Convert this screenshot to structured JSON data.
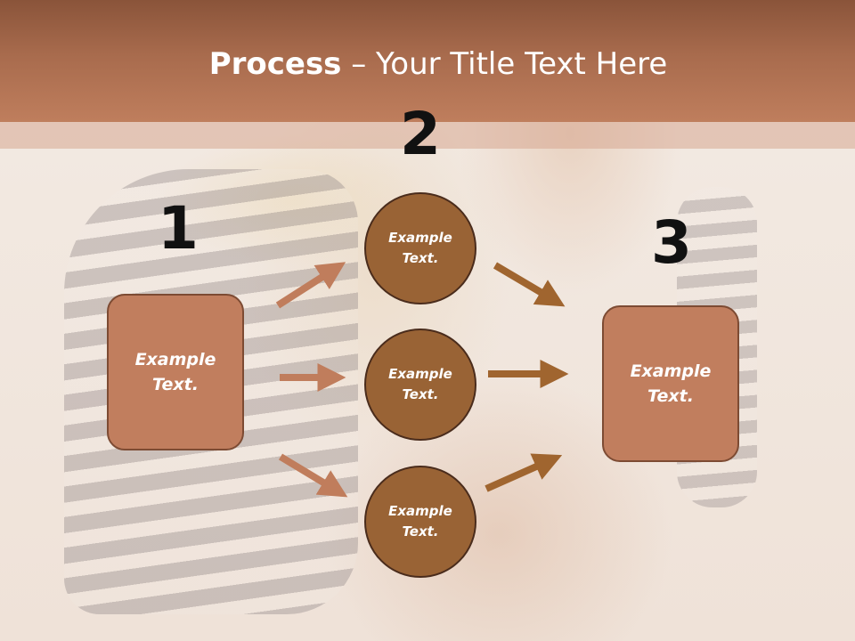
{
  "title": {
    "bold": "Process",
    "rest": " – Your Title Text Here"
  },
  "steps": {
    "num1": "1",
    "num2": "2",
    "num3": "3"
  },
  "boxes": {
    "left": {
      "line1": "Example",
      "line2": "Text."
    },
    "right": {
      "line1": "Example",
      "line2": "Text."
    }
  },
  "circles": [
    {
      "line1": "Example",
      "line2": "Text."
    },
    {
      "line1": "Example",
      "line2": "Text."
    },
    {
      "line1": "Example",
      "line2": "Text."
    }
  ],
  "colors": {
    "header": "#a86b4d",
    "box_fill": "#c17e5e",
    "circle_fill": "#996335",
    "arrow_left": "#c07d5c",
    "arrow_right": "#a0652f"
  }
}
